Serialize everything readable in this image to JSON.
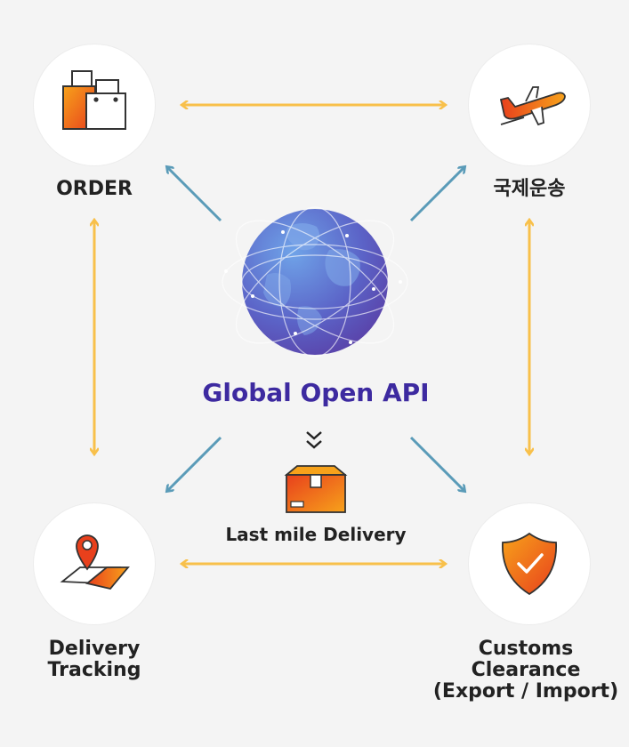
{
  "hub": {
    "title": "Global Open API"
  },
  "nodes": {
    "order": {
      "label_lines": [
        "ORDER"
      ]
    },
    "shipping": {
      "label_lines": [
        "국제운송"
      ]
    },
    "tracking": {
      "label_lines": [
        "Delivery",
        "Tracking"
      ]
    },
    "customs": {
      "label_lines": [
        "Customs",
        "Clearance",
        "(Export / Import)"
      ]
    }
  },
  "last_mile": {
    "label": "Last mile Delivery"
  },
  "colors": {
    "background": "#f4f4f4",
    "hub_text": "#3d2aa0",
    "yellow_arrow": "#f8c04a",
    "blue_arrow": "#5a9bb8",
    "icon_orange": "#f58a1f",
    "icon_red": "#e8401c"
  },
  "icons": {
    "order": "shopping-bags-icon",
    "shipping": "airplane-icon",
    "tracking": "map-pin-icon",
    "customs": "shield-check-icon",
    "hub": "globe-icon",
    "last_mile": "parcel-box-icon"
  }
}
